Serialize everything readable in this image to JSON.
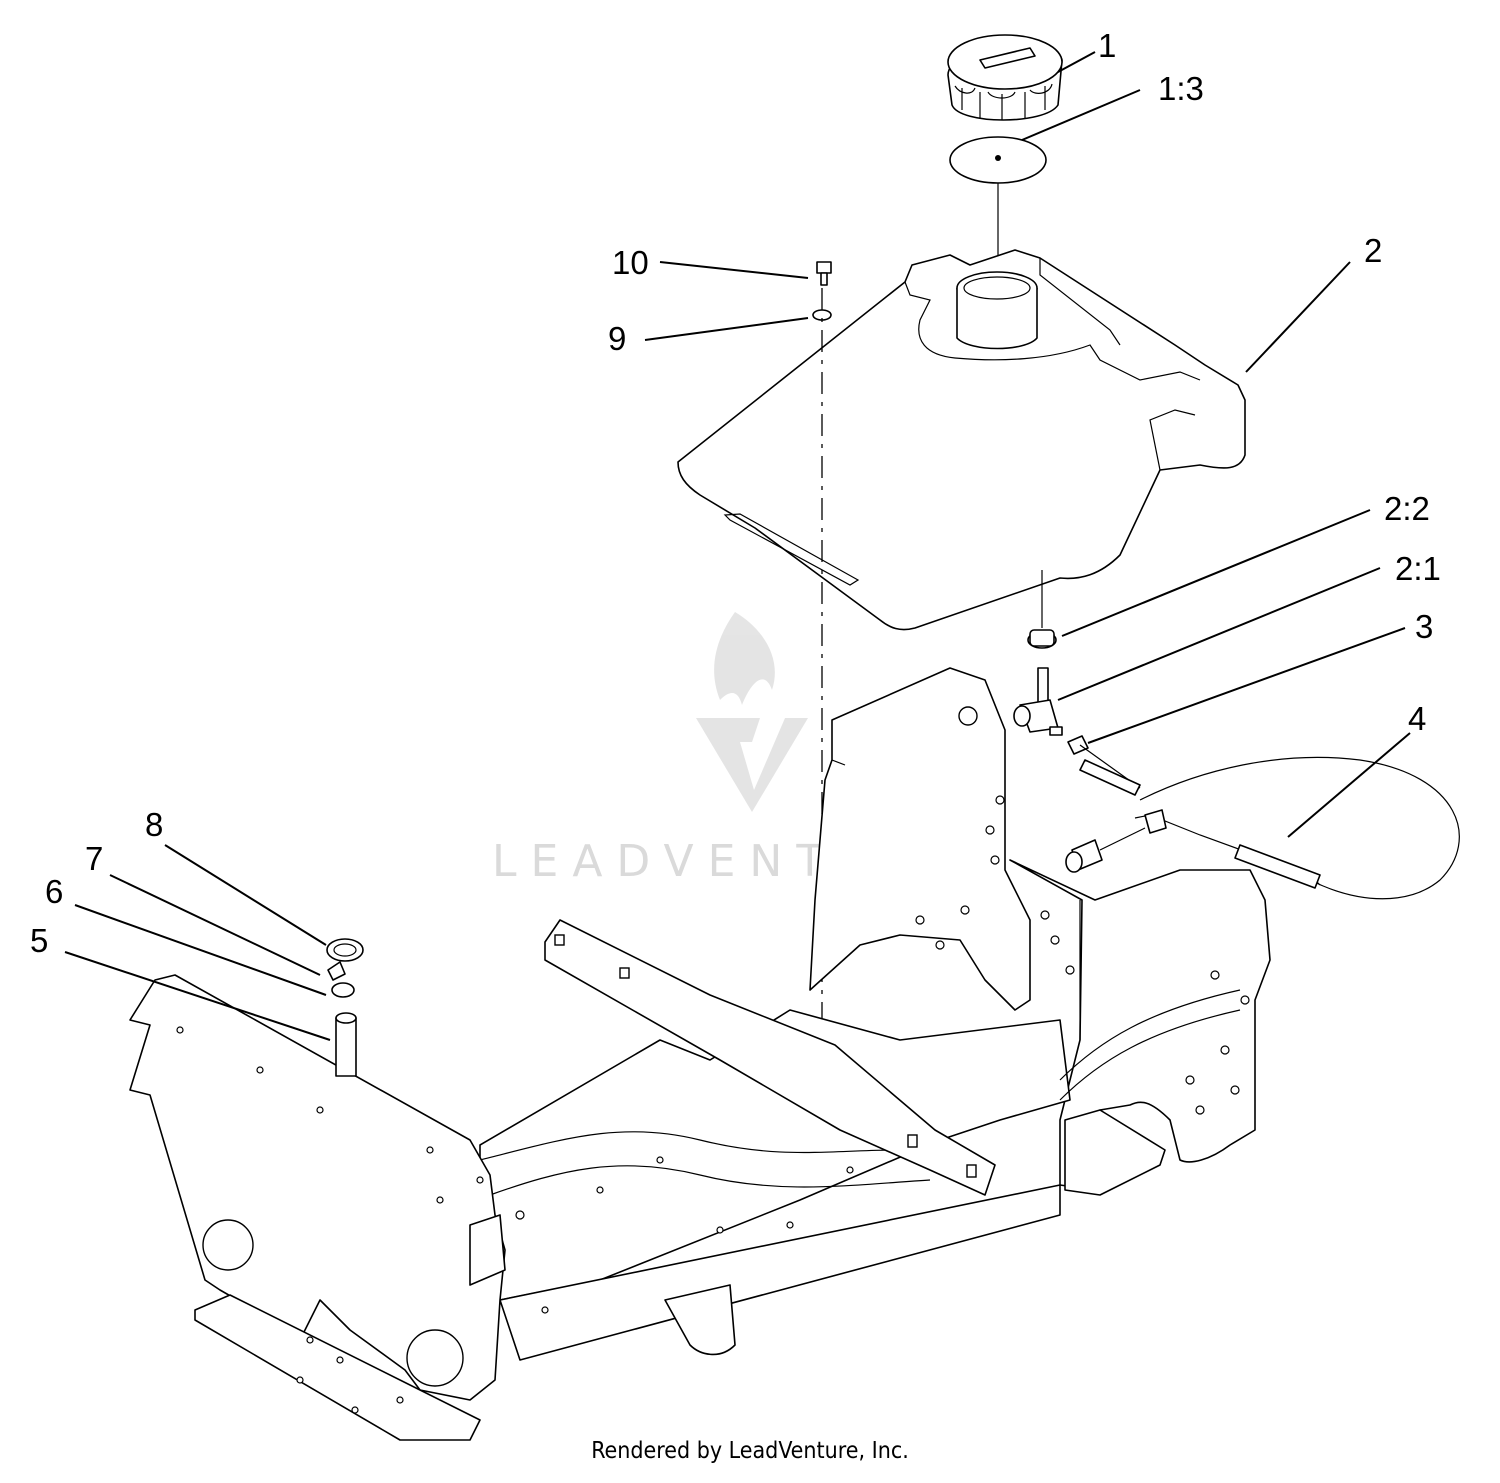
{
  "diagram": {
    "callouts": [
      {
        "id": "c1",
        "label": "1"
      },
      {
        "id": "c1-3",
        "label": "1:3"
      },
      {
        "id": "c2",
        "label": "2"
      },
      {
        "id": "c2-2",
        "label": "2:2"
      },
      {
        "id": "c2-1",
        "label": "2:1"
      },
      {
        "id": "c3",
        "label": "3"
      },
      {
        "id": "c4",
        "label": "4"
      },
      {
        "id": "c5",
        "label": "5"
      },
      {
        "id": "c6",
        "label": "6"
      },
      {
        "id": "c7",
        "label": "7"
      },
      {
        "id": "c8",
        "label": "8"
      },
      {
        "id": "c9",
        "label": "9"
      },
      {
        "id": "c10",
        "label": "10"
      }
    ],
    "watermark": "LEADVENTURE",
    "credit": "Rendered by LeadVenture, Inc."
  }
}
